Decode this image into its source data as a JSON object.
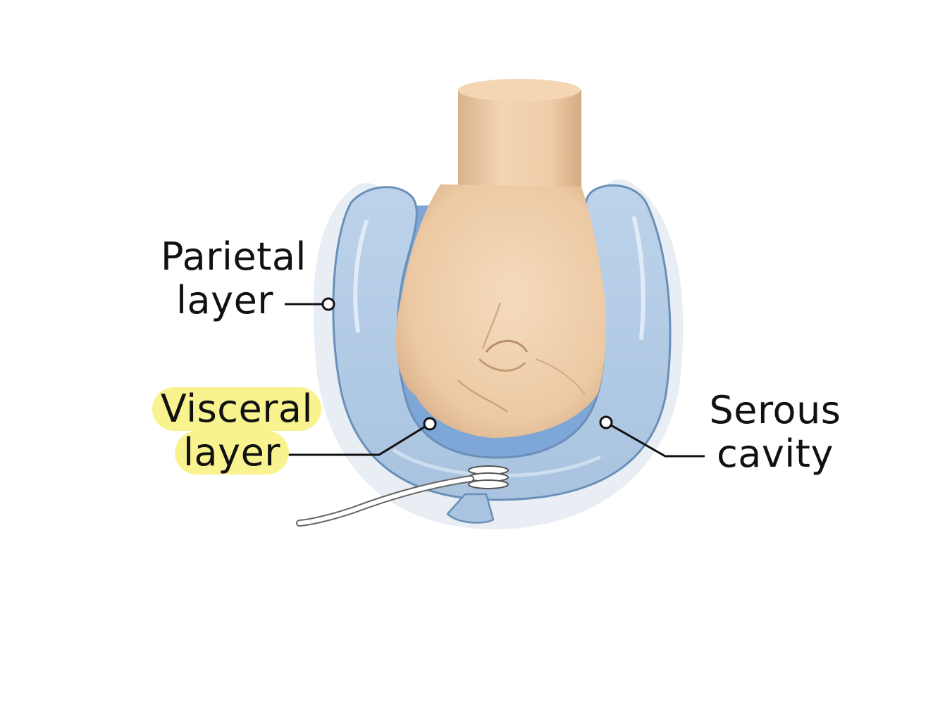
{
  "labels": {
    "parietal": {
      "line1": "Parietal",
      "line2": "layer"
    },
    "visceral": {
      "line1": "Visceral",
      "line2": "layer",
      "highlighted": true
    },
    "serous": {
      "line1": "Serous",
      "line2": "cavity"
    }
  },
  "colors": {
    "sac_fill": "#b2cbe5",
    "sac_outline": "#6a8fb8",
    "cavity_fill": "#7ea6d6",
    "fist_skin": "#efcfaa",
    "fist_shadow": "#c99f79",
    "highlight": "#f8f38e",
    "leader": "#111111"
  },
  "icons": [
    "fist",
    "balloon-sac",
    "balloon-knot",
    "string"
  ]
}
